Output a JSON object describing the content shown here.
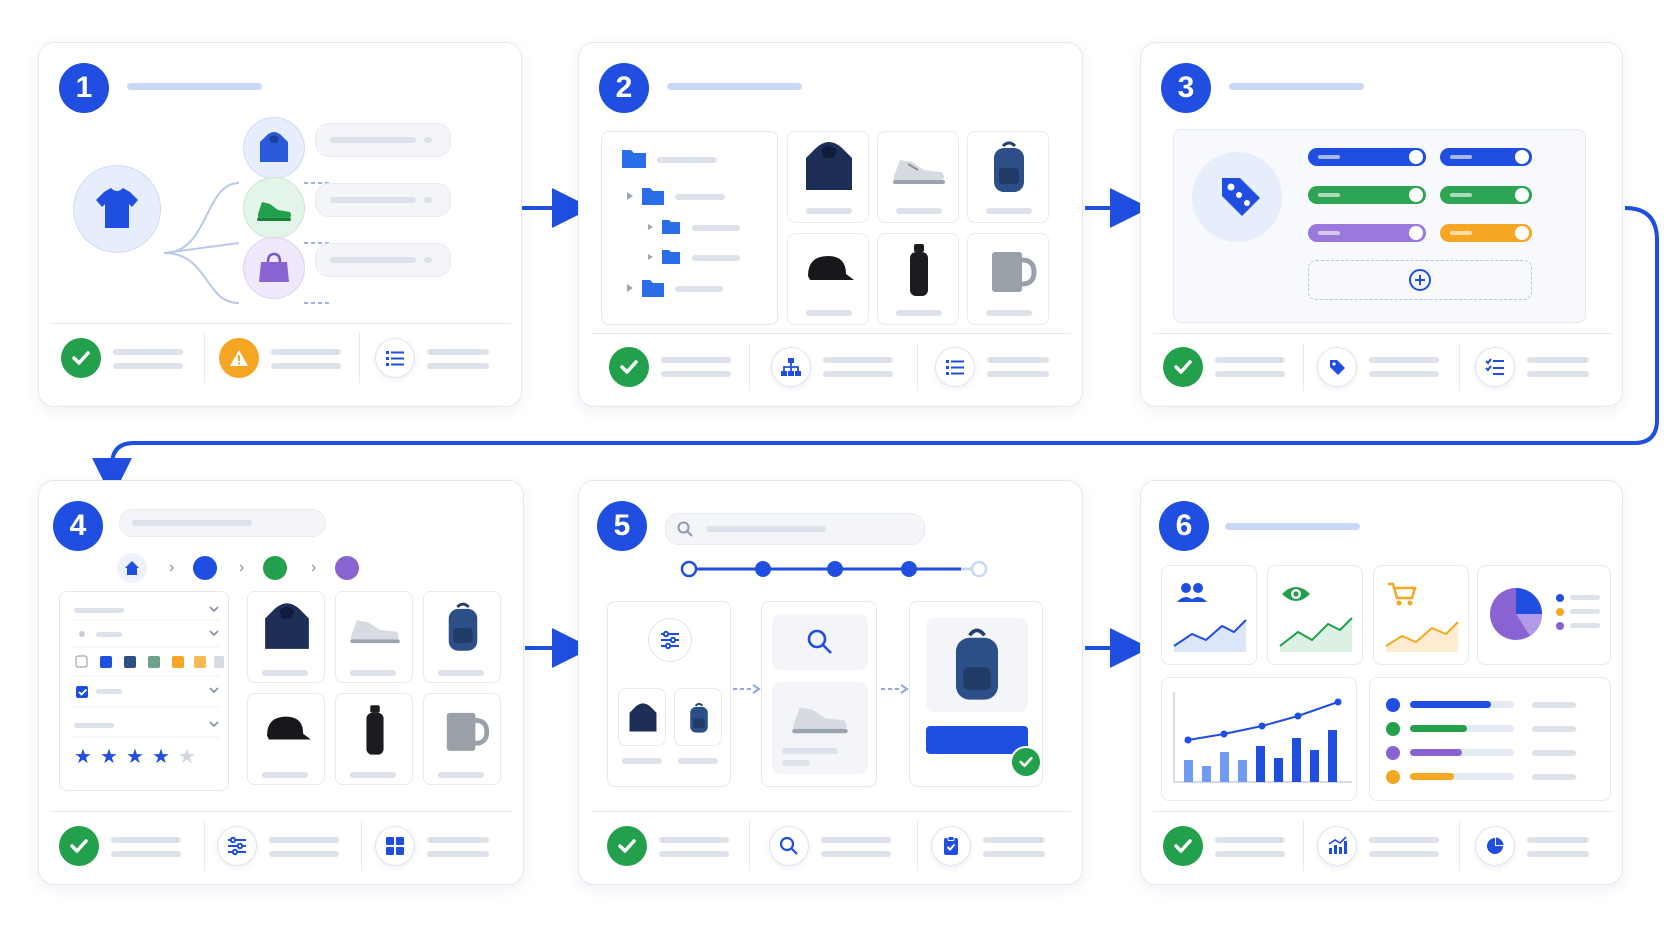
{
  "steps": [
    {
      "number": "1"
    },
    {
      "number": "2"
    },
    {
      "number": "3"
    },
    {
      "number": "4"
    },
    {
      "number": "5"
    },
    {
      "number": "6"
    }
  ],
  "colors": {
    "primary": "#1f4ee0",
    "green": "#22a04b",
    "orange": "#f5a623",
    "purple": "#8a63d2",
    "light_blue": "#c9d9f5"
  },
  "icons": {
    "step1": [
      "tshirt-icon",
      "hoodie-icon",
      "sneaker-icon",
      "handbag-icon",
      "check-icon",
      "warning-icon",
      "list-icon"
    ],
    "step2": [
      "folder-icon",
      "hoodie-icon",
      "sneaker-icon",
      "backpack-icon",
      "cap-icon",
      "bottle-icon",
      "mug-icon",
      "check-icon",
      "hierarchy-icon",
      "list-icon"
    ],
    "step3": [
      "price-tag-icon",
      "add-icon",
      "check-icon",
      "tag-icon",
      "checklist-icon"
    ],
    "step4": [
      "home-icon",
      "star-icon",
      "check-icon",
      "sliders-icon",
      "grid-icon"
    ],
    "step5": [
      "search-icon",
      "sliders-icon",
      "backpack-icon",
      "check-icon",
      "search-icon",
      "clipboard-check-icon"
    ],
    "step6": [
      "users-icon",
      "eye-icon",
      "cart-icon",
      "pie-chart-icon",
      "check-icon",
      "bar-chart-icon",
      "pie-chart-icon"
    ]
  },
  "step4_progress": {
    "rating_stars_filled": 4,
    "rating_stars_total": 5
  },
  "step5_progress": {
    "stepper_completed": 4,
    "stepper_total": 5
  },
  "step6_progress": {
    "bar_fills": [
      0.78,
      0.55,
      0.5,
      0.42
    ]
  }
}
